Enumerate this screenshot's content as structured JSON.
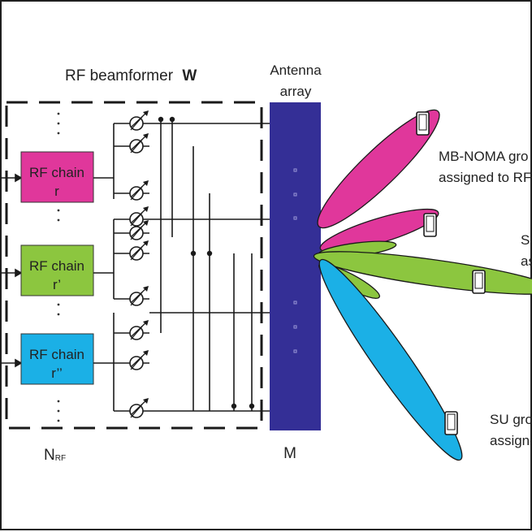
{
  "beamformer": {
    "title": "RF beamformer",
    "symbol": "W"
  },
  "antenna": {
    "line1": "Antenna",
    "line2": "array",
    "count_label": "M"
  },
  "rf_chains": [
    {
      "label": "RF chain",
      "index": "r"
    },
    {
      "label": "RF chain",
      "index": "r’"
    },
    {
      "label": "RF chain",
      "index": "r’’"
    }
  ],
  "nrf": {
    "main": "N",
    "sub": "RF"
  },
  "groups": {
    "mb_noma_line1": "MB-NOMA gro",
    "mb_noma_line2": "assigned to RF",
    "su_top_line1": "SU",
    "su_top_line2": "as",
    "su_bottom_line1": "SU gro",
    "su_bottom_line2": "assigne"
  },
  "colors": {
    "magenta": "#e0379b",
    "green": "#8cc63f",
    "blue": "#1bb0e6",
    "antenna": "#342f96",
    "line": "#1a1a1a"
  },
  "icons": [
    "phone-icon",
    "phase-shifter-icon"
  ]
}
